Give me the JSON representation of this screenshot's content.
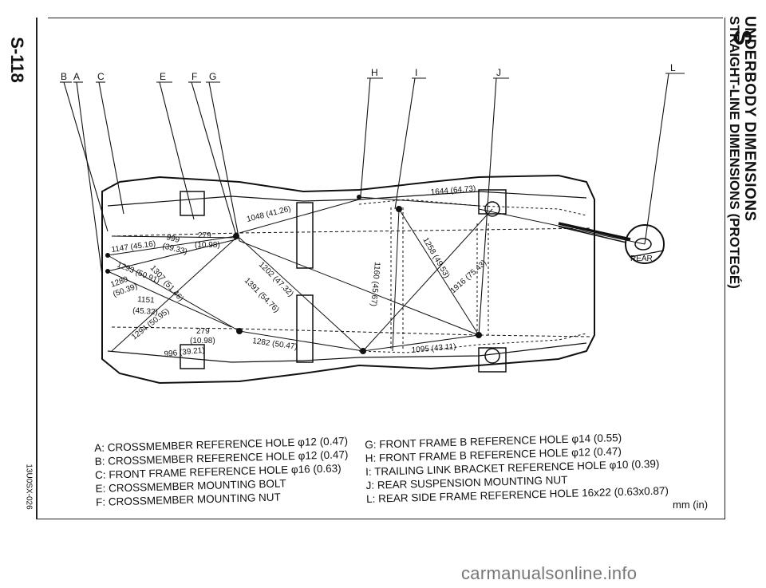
{
  "page_number": "S-118",
  "section_letter": "S",
  "section_title": "UNDERBODY DIMENSIONS",
  "sub_title": "STRAIGHT-LINE DIMENSIONS (PROTEGÉ)",
  "figure_code": "13U0SX-026",
  "units": "mm (in)",
  "callouts": {
    "B": "B",
    "A": "A",
    "C": "C",
    "E": "E",
    "F": "F",
    "G": "G",
    "H": "H",
    "I": "I",
    "J": "J",
    "L": "L"
  },
  "rear_label": "REAR",
  "dimensions": {
    "d1644": "1644 (64.73)",
    "d1048": "1048 (41.26)",
    "d999": "999",
    "d999b": "(39.33)",
    "d279a": "279",
    "d1098a": "(10.98)",
    "d1147": "1147 (45.16)",
    "d1293": "1293 (50.91)",
    "d1307": "1307 (51.46)",
    "d1280": "1280",
    "d1280b": "(50.39)",
    "d1151": "1151",
    "d1151b": "(45.32)",
    "d1294": "1294 (50.95)",
    "d279b": "279",
    "d1098b": "(10.98)",
    "d996": "996 (39.21)",
    "d1202": "1202 (47.32)",
    "d1391": "1391 (54.76)",
    "d1282": "1282 (50.47)",
    "d1160": "1160 (45.67)",
    "d1258": "1258 (49.53)",
    "d1916": "1916 (75.43)",
    "d1095": "1095 (43.11)"
  },
  "legend_left": [
    "A: CROSSMEMBER REFERENCE HOLE φ12 (0.47)",
    "B: CROSSMEMBER REFERENCE HOLE φ12 (0.47)",
    "C: FRONT FRAME REFERENCE HOLE φ16 (0.63)",
    "E: CROSSMEMBER MOUNTING BOLT",
    "F: CROSSMEMBER MOUNTING NUT"
  ],
  "legend_right": [
    "G: FRONT FRAME B REFERENCE HOLE φ14 (0.55)",
    "H: FRONT FRAME B REFERENCE HOLE φ12 (0.47)",
    "I: TRAILING LINK BRACKET REFERENCE HOLE φ10 (0.39)",
    "J: REAR SUSPENSION MOUNTING NUT",
    "L: REAR SIDE FRAME REFERENCE HOLE 16x22 (0.63x0.87)"
  ],
  "watermark": "carmanualsonline.info"
}
